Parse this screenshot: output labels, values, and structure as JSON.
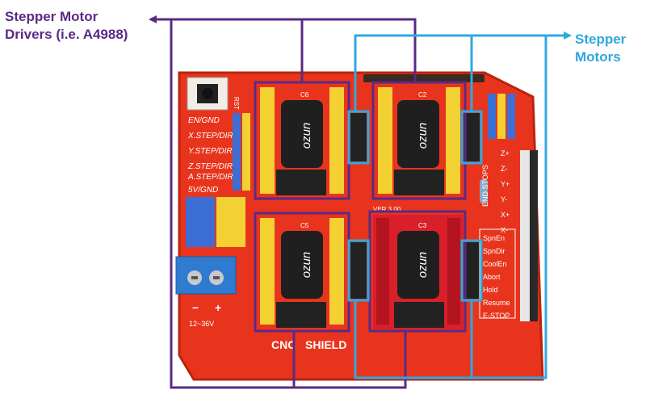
{
  "callouts": {
    "drivers_line1": "Stepper Motor",
    "drivers_line2": "Drivers (i.e. A4988)",
    "motors_line1": "Stepper",
    "motors_line2": "Motors"
  },
  "board": {
    "rst": "RST",
    "pin_labels": [
      "EN/GND",
      "X.STEP/DIR",
      "Y.STEP/DIR",
      "Z.STEP/DIR",
      "A.STEP/DIR",
      "5V/GND"
    ],
    "right_labels": [
      "SpnEn",
      "SpnDir",
      "CoolEn",
      "Abort",
      "Hold",
      "Resume",
      "E-STOP"
    ],
    "end_stops": "END STOPS",
    "axis_labels": [
      "Z+",
      "Z-",
      "Y+",
      "Y-",
      "X+",
      "X-"
    ],
    "capacitor_text": "ozun",
    "cap_labels": [
      "C6",
      "C2",
      "C5",
      "C3"
    ],
    "version": "VER 3.00",
    "title_left": "CNC",
    "title_right": "SHIELD",
    "terminal_minus": "−",
    "terminal_plus": "+",
    "voltage": "12~36V"
  },
  "colors": {
    "drivers_callout": "#5b2a86",
    "motors_callout": "#2fa8df",
    "board": "#e8341c"
  }
}
